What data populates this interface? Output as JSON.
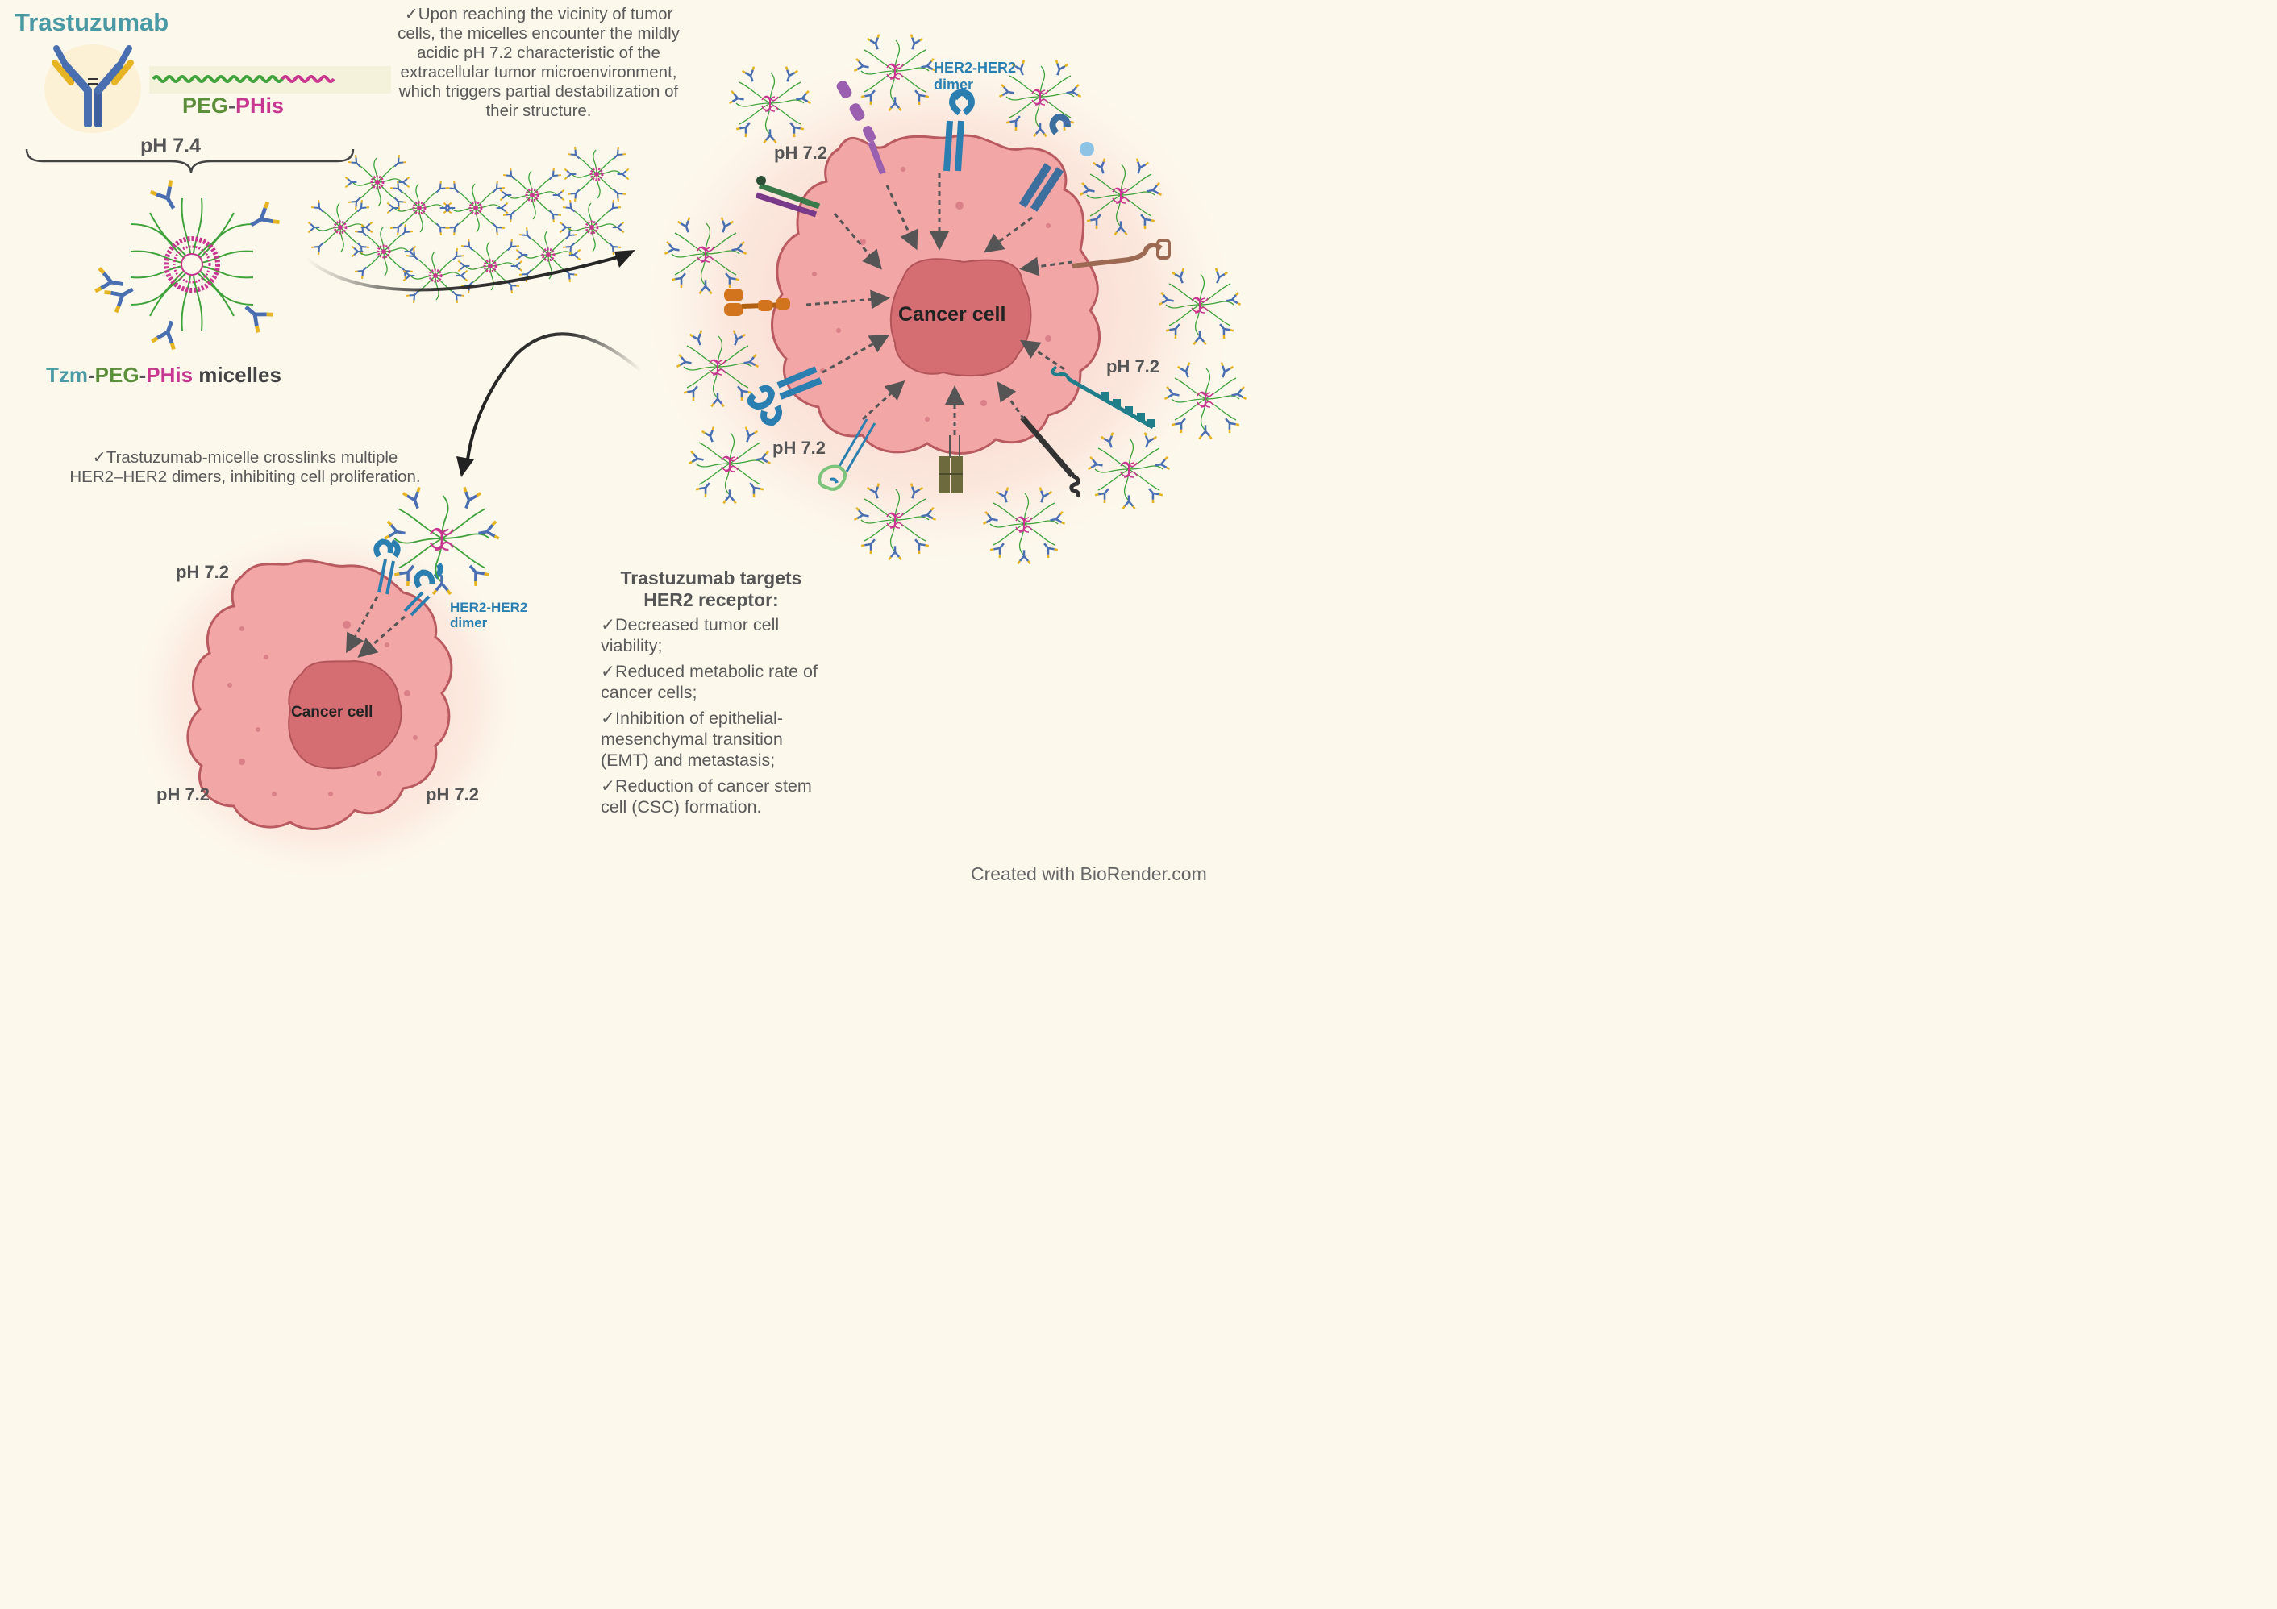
{
  "title": "Trastuzumab",
  "peg_phis": {
    "peg": "PEG",
    "dash": "-",
    "phis": "PHis"
  },
  "ph_labels": {
    "ph74": "pH 7.4",
    "ph72": "pH 7.2"
  },
  "micelle_label": {
    "tzm": "Tzm",
    "d1": "-",
    "peg": "PEG",
    "d2": "-",
    "phis": "PHis",
    "rest": " micelles"
  },
  "step1_text": "✓Upon reaching the vicinity of tumor cells, the micelles encounter the mildly acidic pH 7.2 characteristic of the extracellular tumor microenvironment, which triggers partial destabilization of their structure.",
  "step2_text": "✓Trastuzumab-micelle crosslinks multiple HER2–HER2 dimers, inhibiting cell proliferation.",
  "her2_dimer": {
    "line1": "HER2-HER2",
    "line2": "dimer"
  },
  "cancer_cell_label": "Cancer cell",
  "targets": {
    "heading_line1": "Trastuzumab targets",
    "heading_line2": "HER2 receptor:",
    "items": [
      "✓Decreased tumor cell viability;",
      "✓Reduced metabolic rate of cancer cells;",
      "✓Inhibition of epithelial-mesenchymal transition (EMT) and metastasis;",
      "✓Reduction of cancer stem cell (CSC) formation."
    ]
  },
  "credit": "Created with BioRender.com",
  "colors": {
    "background": "#fdf8ec",
    "cell_fill": "#f2a6a6",
    "nucleus_fill": "#d46e72",
    "cell_outline": "#b95a60",
    "peg_green": "#3fa23a",
    "phis_magenta": "#c8378f",
    "antibody_blue": "#4a6fb0",
    "antibody_gold": "#e6b323",
    "her2_blue": "#2a7fb0",
    "title_teal": "#4a9aa5"
  }
}
